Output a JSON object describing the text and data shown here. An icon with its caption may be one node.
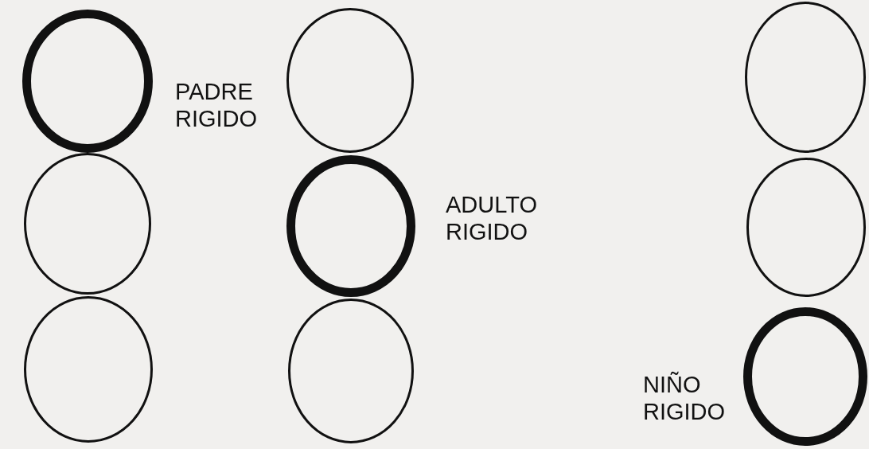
{
  "diagram": {
    "nodes": [
      {
        "text": [],
        "shape": "circle",
        "beside": [
          "PADRE RIGIDO"
        ]
      },
      {
        "text": [],
        "shape": "circle"
      },
      {
        "text": [],
        "shape": "circle"
      },
      {
        "text": [],
        "shape": "circle"
      },
      {
        "text": [],
        "shape": "circle",
        "beside": [
          "ADULTO RIGIDO"
        ]
      },
      {
        "text": [],
        "shape": "circle"
      },
      {
        "text": [],
        "shape": "circle"
      },
      {
        "text": [],
        "shape": "circle"
      },
      {
        "text": [],
        "shape": "circle",
        "beside": [
          "NIÑO RIGIDO"
        ]
      }
    ]
  }
}
